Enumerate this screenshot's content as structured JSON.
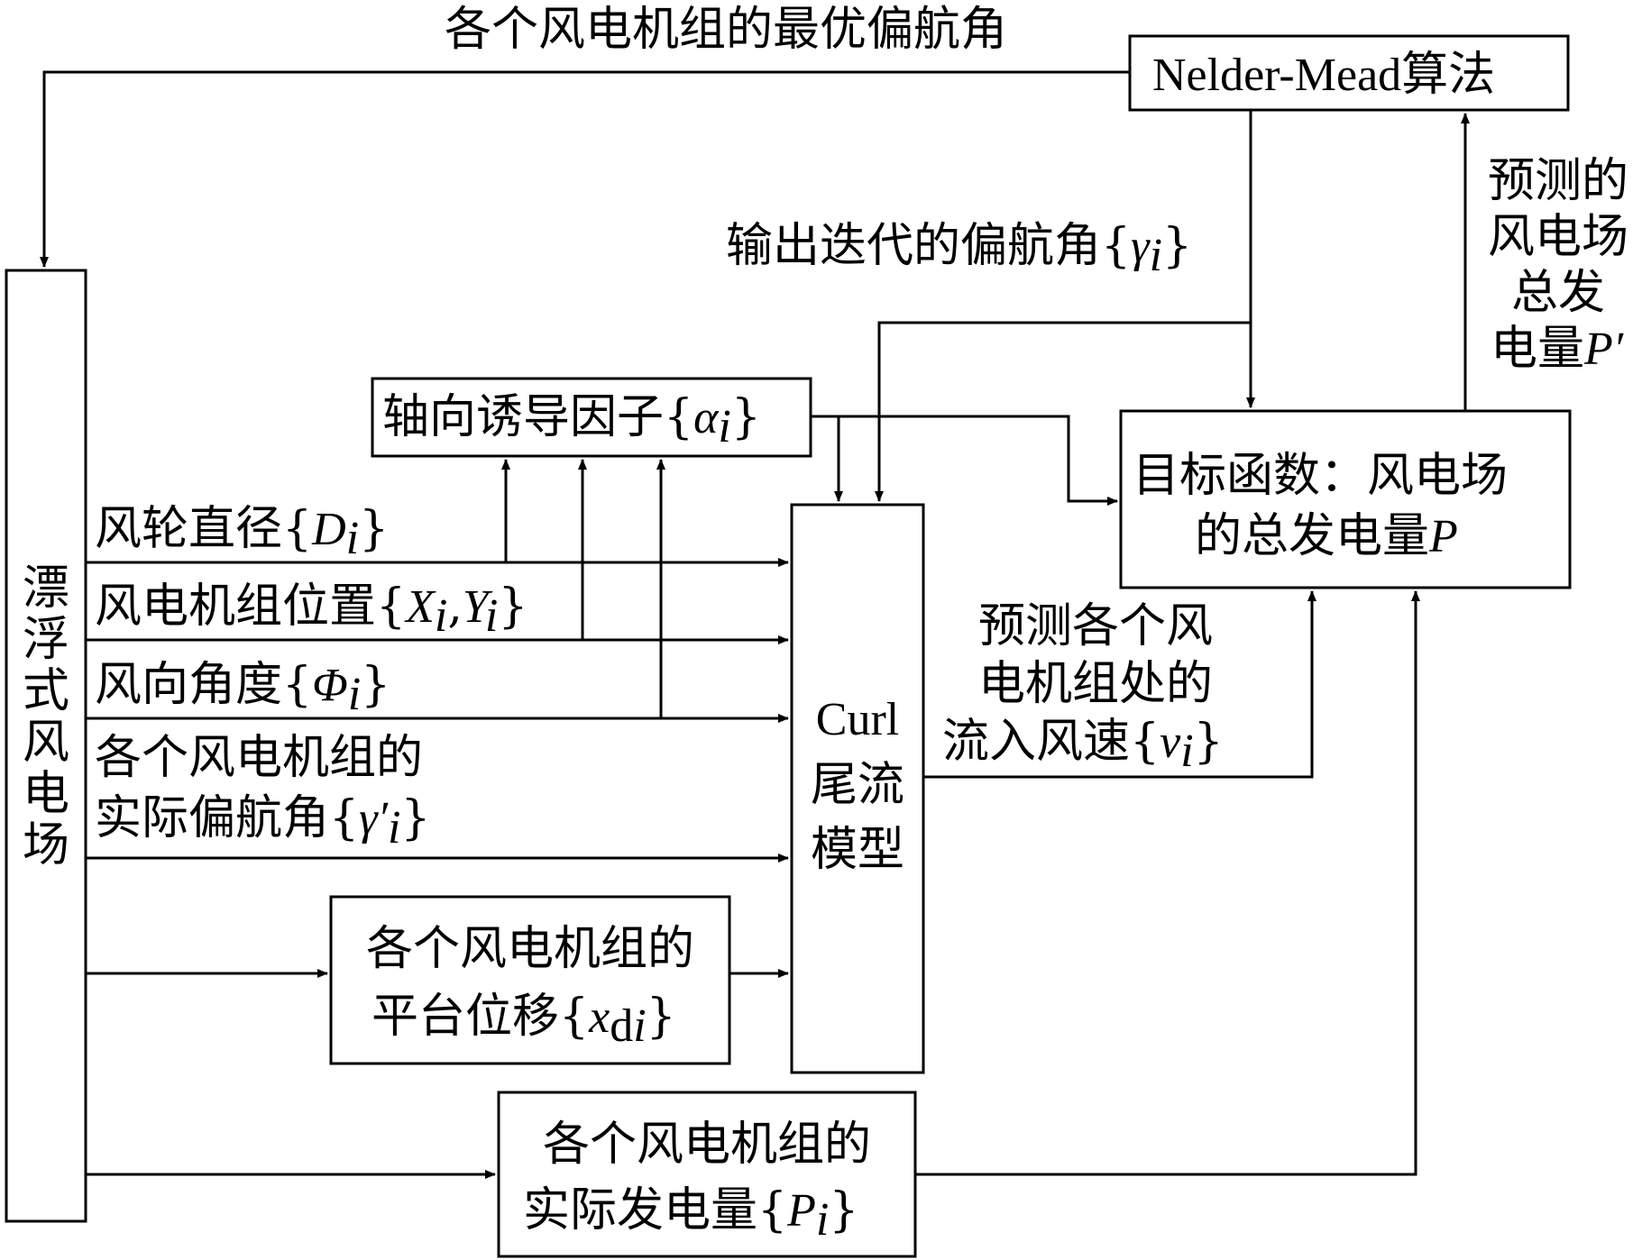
{
  "boxes": {
    "wind_farm": "漂浮式风电场",
    "nelder_mead": "Nelder-Mead算法",
    "axial_pre": "轴向诱导因子{",
    "axial_sym": "α",
    "axial_sub": "i",
    "axial_post": "}",
    "objective_line1": "目标函数：风电场",
    "objective_line2_pre": "的总发电量",
    "objective_line2_sym": "P",
    "curl_line1": "Curl",
    "curl_line2": "尾流",
    "curl_line3": "模型",
    "platform_line1": "各个风电机组的",
    "platform_line2_pre": "平台位移{",
    "platform_line2_sym": "x",
    "platform_line2_sub": "d",
    "platform_line2_sub2": "i",
    "platform_line2_post": "}",
    "actual_power_line1": "各个风电机组的",
    "actual_power_line2_pre": "实际发电量{",
    "actual_power_line2_sym": "P",
    "actual_power_line2_sub": "i",
    "actual_power_line2_post": "}"
  },
  "labels": {
    "optimal_yaw": "各个风电机组的最优偏航角",
    "iter_yaw_pre": "输出迭代的偏航角{",
    "iter_yaw_sym": "γ",
    "iter_yaw_sub": "i",
    "iter_yaw_post": "}",
    "pred_total_1": "预测的",
    "pred_total_2": "风电场",
    "pred_total_3": "总发",
    "pred_total_4_pre": "电量",
    "pred_total_4_sym": "P′",
    "rotor_pre": "风轮直径{",
    "rotor_sym": "D",
    "rotor_sub": "i",
    "rotor_post": "}",
    "position_pre": "风电机组位置{",
    "position_sym1": "X",
    "position_sub1": "i",
    "position_comma": ",",
    "position_sym2": "Y",
    "position_sub2": "i",
    "position_post": "}",
    "direction_pre": "风向角度{",
    "direction_sym": "Φ",
    "direction_sub": "i",
    "direction_post": "}",
    "actual_yaw_1": "各个风电机组的",
    "actual_yaw_2_pre": "实际偏航角{",
    "actual_yaw_2_sym": "γ′",
    "actual_yaw_2_sub": "i",
    "actual_yaw_2_post": "}",
    "inflow_1": "预测各个风",
    "inflow_2": "电机组处的",
    "inflow_3_pre": "流入风速{",
    "inflow_3_sym": "v",
    "inflow_3_sub": "i",
    "inflow_3_post": "}"
  }
}
